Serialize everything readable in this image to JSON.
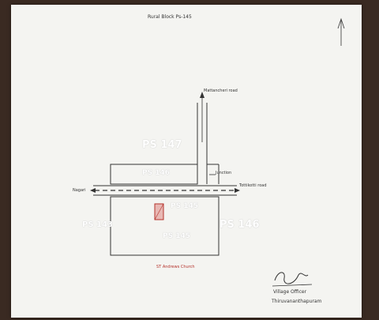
{
  "sketch": {
    "header": "Rural Block Ps-145",
    "roads": {
      "north": "Mattancheri road",
      "west": "Nagari",
      "east": "Tottikotti road",
      "junction": "Junction"
    },
    "parcels": {
      "ps147": "PS 147",
      "ps146_top": "PS 146",
      "ps145_upper": "PS 145",
      "ps143": "PS 143",
      "ps145_lower": "PS 145",
      "ps146_right": "PS 146"
    },
    "south_note": "ST Andrews Church",
    "signature": {
      "name": "Village Officer",
      "place": "Thiruvananthapuram"
    }
  },
  "colors": {
    "ink": "#333333",
    "red_ink": "#b5322b",
    "marked_plot": "#e8b8b4"
  }
}
